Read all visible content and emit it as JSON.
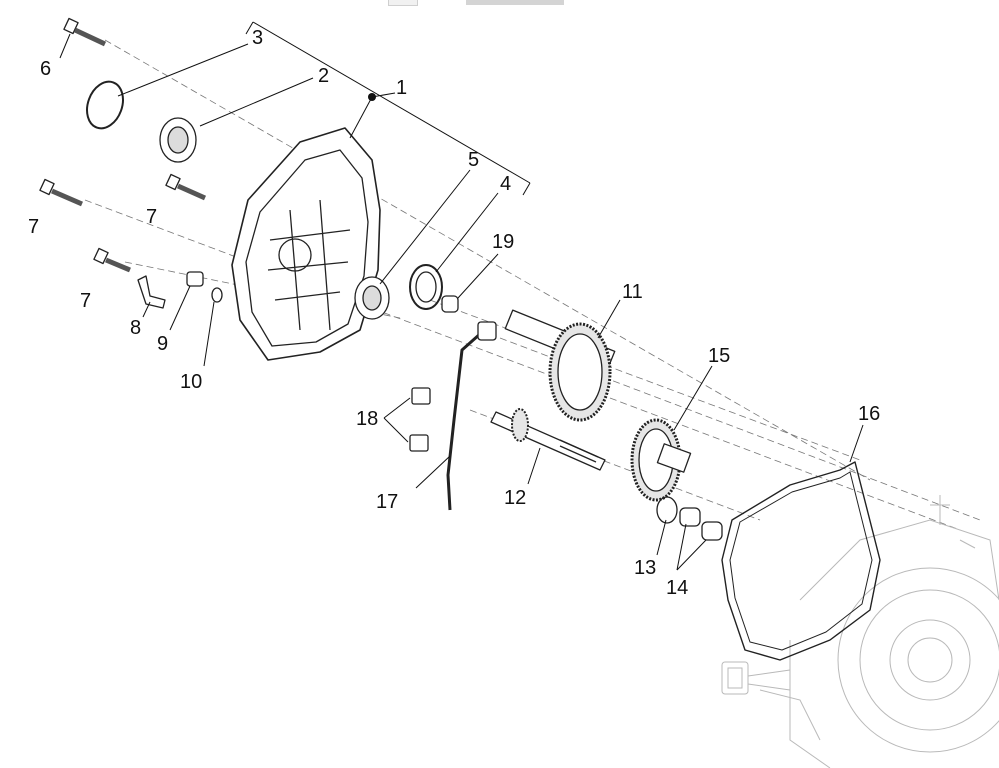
{
  "toolbar": {
    "small_box_color": "#f1f1f1",
    "wide_box_color": "#d4d4d4"
  },
  "diagram": {
    "callouts": {
      "c1": "1",
      "c2": "2",
      "c3": "3",
      "c4": "4",
      "c5": "5",
      "c6": "6",
      "c7a": "7",
      "c7b": "7",
      "c7c": "7",
      "c8": "8",
      "c9": "9",
      "c10": "10",
      "c11": "11",
      "c12": "12",
      "c13": "13",
      "c14": "14",
      "c15": "15",
      "c16": "16",
      "c17": "17",
      "c18": "18",
      "c19": "19"
    }
  }
}
